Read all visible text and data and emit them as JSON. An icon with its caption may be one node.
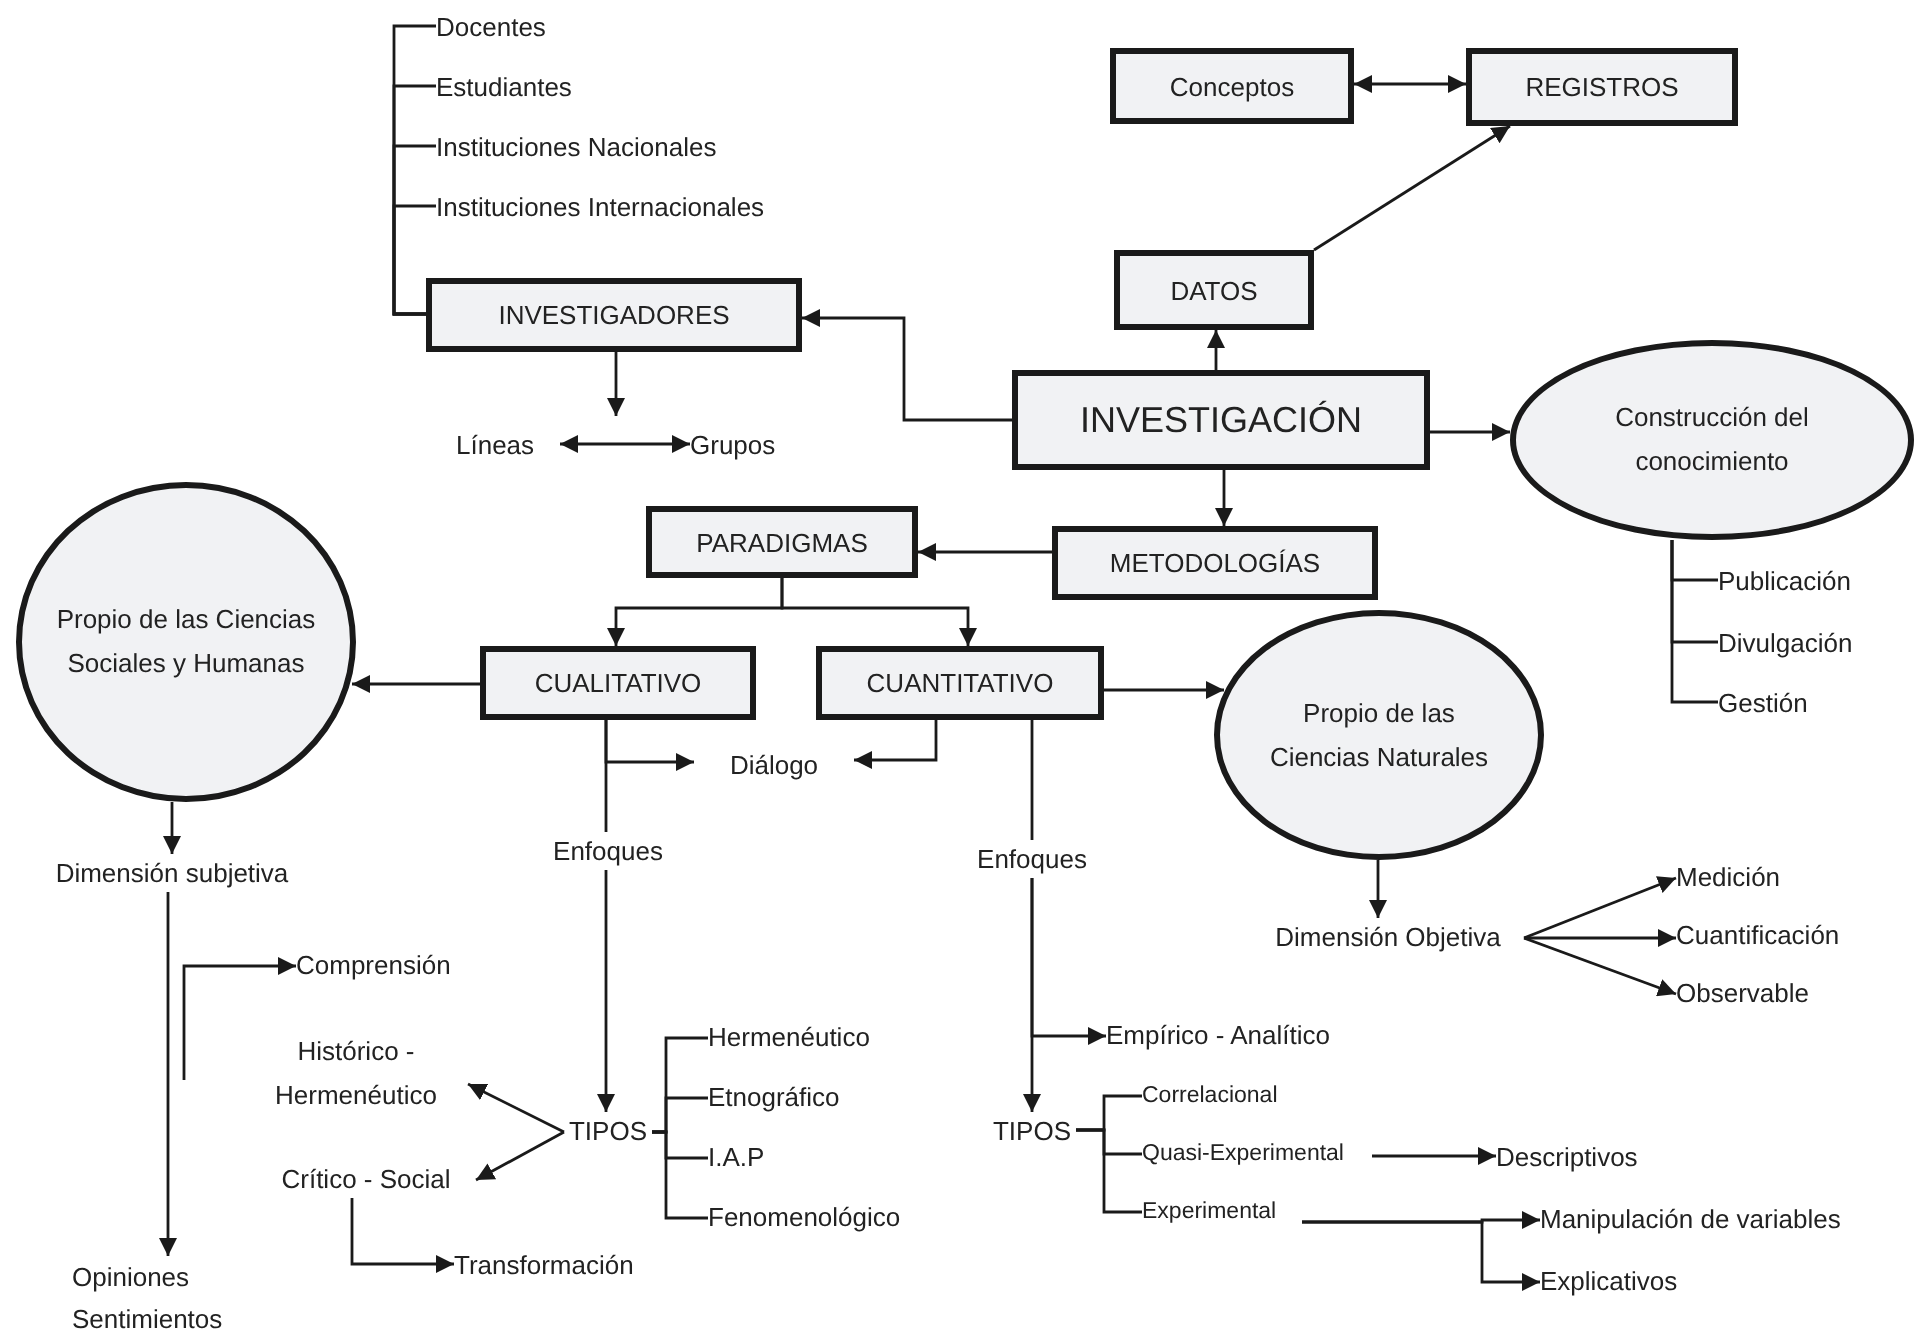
{
  "diagram": {
    "nodes": [
      {
        "text": [
          "Docentes"
        ]
      },
      {
        "text": [
          "Estudiantes"
        ]
      },
      {
        "text": [
          "Instituciones Nacionales"
        ]
      },
      {
        "text": [
          "Instituciones Internacionales"
        ]
      },
      {
        "text": [
          "INVESTIGADORES"
        ]
      },
      {
        "text": [
          "Líneas"
        ]
      },
      {
        "text": [
          "Grupos"
        ]
      },
      {
        "text": [
          "Conceptos"
        ]
      },
      {
        "text": [
          "REGISTROS"
        ]
      },
      {
        "text": [
          "DATOS"
        ]
      },
      {
        "text": [
          "INVESTIGACIÓN"
        ]
      },
      {
        "text": [
          "Construcción del conocimiento"
        ]
      },
      {
        "text": [
          "Publicación"
        ]
      },
      {
        "text": [
          "Divulgación"
        ]
      },
      {
        "text": [
          "Gestión"
        ]
      },
      {
        "text": [
          "PARADIGMAS"
        ]
      },
      {
        "text": [
          "METODOLOGÍAS"
        ]
      },
      {
        "text": [
          "Propio de las Ciencias Sociales y Humanas"
        ]
      },
      {
        "text": [
          "CUALITATIVO"
        ]
      },
      {
        "text": [
          "CUANTITATIVO"
        ]
      },
      {
        "text": [
          "Propio de las Ciencias Naturales"
        ]
      },
      {
        "text": [
          "Diálogo"
        ]
      },
      {
        "text": [
          "Enfoques"
        ]
      },
      {
        "text": [
          "Enfoques"
        ]
      },
      {
        "text": [
          "Dimensión subjetiva"
        ]
      },
      {
        "text": [
          "Dimensión Objetiva"
        ]
      },
      {
        "text": [
          "Medición"
        ]
      },
      {
        "text": [
          "Cuantificación"
        ]
      },
      {
        "text": [
          "Observable"
        ]
      },
      {
        "text": [
          "Comprensión"
        ]
      },
      {
        "text": [
          "Histórico - Hermenéutico"
        ]
      },
      {
        "text": [
          "TIPOS"
        ]
      },
      {
        "text": [
          "Crítico - Social"
        ]
      },
      {
        "text": [
          "Hermenéutico"
        ]
      },
      {
        "text": [
          "Etnográfico"
        ]
      },
      {
        "text": [
          "I.A.P"
        ]
      },
      {
        "text": [
          "Fenomenológico"
        ]
      },
      {
        "text": [
          "Opiniones Sentimientos"
        ]
      },
      {
        "text": [
          "Transformación"
        ]
      },
      {
        "text": [
          "Empírico - Analítico"
        ]
      },
      {
        "text": [
          "TIPOS"
        ]
      },
      {
        "text": [
          "Correlacional"
        ]
      },
      {
        "text": [
          "Quasi-Experimental"
        ]
      },
      {
        "text": [
          "Descriptivos"
        ]
      },
      {
        "text": [
          "Experimental"
        ]
      },
      {
        "text": [
          "Manipulación de variables"
        ]
      },
      {
        "text": [
          "Explicativos"
        ]
      }
    ],
    "edges": [
      {
        "from": 4,
        "to": 0,
        "arrow": "none"
      },
      {
        "from": 4,
        "to": 1,
        "arrow": "none"
      },
      {
        "from": 4,
        "to": 2,
        "arrow": "none"
      },
      {
        "from": 4,
        "to": 3,
        "arrow": "none"
      },
      {
        "from": 10,
        "to": 4,
        "arrow": "to"
      },
      {
        "from": 4,
        "to": null,
        "arrow": "to"
      },
      {
        "from": 5,
        "to": 6,
        "arrow": "both"
      },
      {
        "from": 7,
        "to": 8,
        "arrow": "both"
      },
      {
        "from": 9,
        "to": 8,
        "arrow": "to"
      },
      {
        "from": 10,
        "to": 9,
        "arrow": "to"
      },
      {
        "from": 10,
        "to": 11,
        "arrow": "to"
      },
      {
        "from": 11,
        "to": 12,
        "arrow": "none"
      },
      {
        "from": 11,
        "to": 13,
        "arrow": "none"
      },
      {
        "from": 11,
        "to": 14,
        "arrow": "none"
      },
      {
        "from": 10,
        "to": 16,
        "arrow": "to"
      },
      {
        "from": 16,
        "to": 15,
        "arrow": "to"
      },
      {
        "from": 15,
        "to": 18,
        "arrow": "to"
      },
      {
        "from": 15,
        "to": 19,
        "arrow": "to"
      },
      {
        "from": 18,
        "to": 17,
        "arrow": "to"
      },
      {
        "from": 19,
        "to": 20,
        "arrow": "to"
      },
      {
        "from": 18,
        "to": 21,
        "arrow": "to"
      },
      {
        "from": 19,
        "to": 21,
        "arrow": "to"
      },
      {
        "from": 18,
        "to": 22,
        "arrow": "none"
      },
      {
        "from": 19,
        "to": 23,
        "arrow": "none"
      },
      {
        "from": 17,
        "to": 24,
        "arrow": "to"
      },
      {
        "from": 24,
        "to": 37,
        "arrow": "to"
      },
      {
        "from": null,
        "to": 29,
        "arrow": "to"
      },
      {
        "from": 22,
        "to": 31,
        "arrow": "to"
      },
      {
        "from": 31,
        "to": 30,
        "arrow": "to"
      },
      {
        "from": 31,
        "to": 32,
        "arrow": "to"
      },
      {
        "from": 31,
        "to": 33,
        "arrow": "none"
      },
      {
        "from": 31,
        "to": 34,
        "arrow": "none"
      },
      {
        "from": 31,
        "to": 35,
        "arrow": "none"
      },
      {
        "from": 31,
        "to": 36,
        "arrow": "none"
      },
      {
        "from": 32,
        "to": 38,
        "arrow": "to"
      },
      {
        "from": 20,
        "to": 25,
        "arrow": "to"
      },
      {
        "from": 25,
        "to": 26,
        "arrow": "to"
      },
      {
        "from": 25,
        "to": 27,
        "arrow": "to"
      },
      {
        "from": 25,
        "to": 28,
        "arrow": "to"
      },
      {
        "from": 23,
        "to": 39,
        "arrow": "to"
      },
      {
        "from": 23,
        "to": 40,
        "arrow": "to"
      },
      {
        "from": 40,
        "to": 41,
        "arrow": "none"
      },
      {
        "from": 40,
        "to": 42,
        "arrow": "none"
      },
      {
        "from": 40,
        "to": 44,
        "arrow": "none"
      },
      {
        "from": 42,
        "to": 43,
        "arrow": "to"
      },
      {
        "from": 44,
        "to": 45,
        "arrow": "to"
      },
      {
        "from": 44,
        "to": 46,
        "arrow": "to"
      }
    ]
  }
}
